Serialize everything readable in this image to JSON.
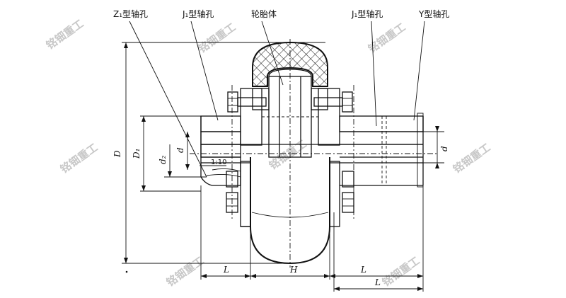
{
  "labels": {
    "z1_bore": "Z₁型轴孔",
    "j1_bore_left": "J₁型轴孔",
    "tire_body": "轮胎体",
    "j1_bore_right": "J₁型轴孔",
    "y_bore": "Y型轴孔"
  },
  "dimensions": {
    "D": "D",
    "D1": "D₁",
    "d2": "d₂",
    "d_left": "d",
    "d_right": "d",
    "taper": "1:10",
    "L_left": "L",
    "H": "H",
    "L_right_inner": "L",
    "L_right_outer": "L"
  },
  "watermark": "铭钿重工",
  "colors": {
    "line": "#111111",
    "hatch": "#222222",
    "watermark": "#c8c8c8"
  }
}
